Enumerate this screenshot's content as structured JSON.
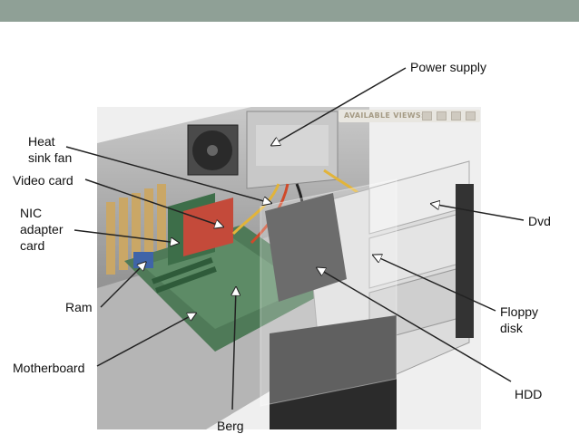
{
  "labels": {
    "power_supply": "Power supply",
    "heat_sink_fan": "Heat\nsink fan",
    "video_card": "Video card",
    "nic_adapter_card": "NIC\nadapter\ncard",
    "dvd": "Dvd",
    "ram": "Ram",
    "floppy_disk": "Floppy\ndisk",
    "motherboard": "Motherboard",
    "hdd": "HDD",
    "berg": "Berg"
  },
  "photo_overlay": {
    "available_views": "AVAILABLE VIEWS:"
  },
  "colors": {
    "top_bar": "#8fa096",
    "label_text": "#111111",
    "leader_line": "#222222"
  }
}
